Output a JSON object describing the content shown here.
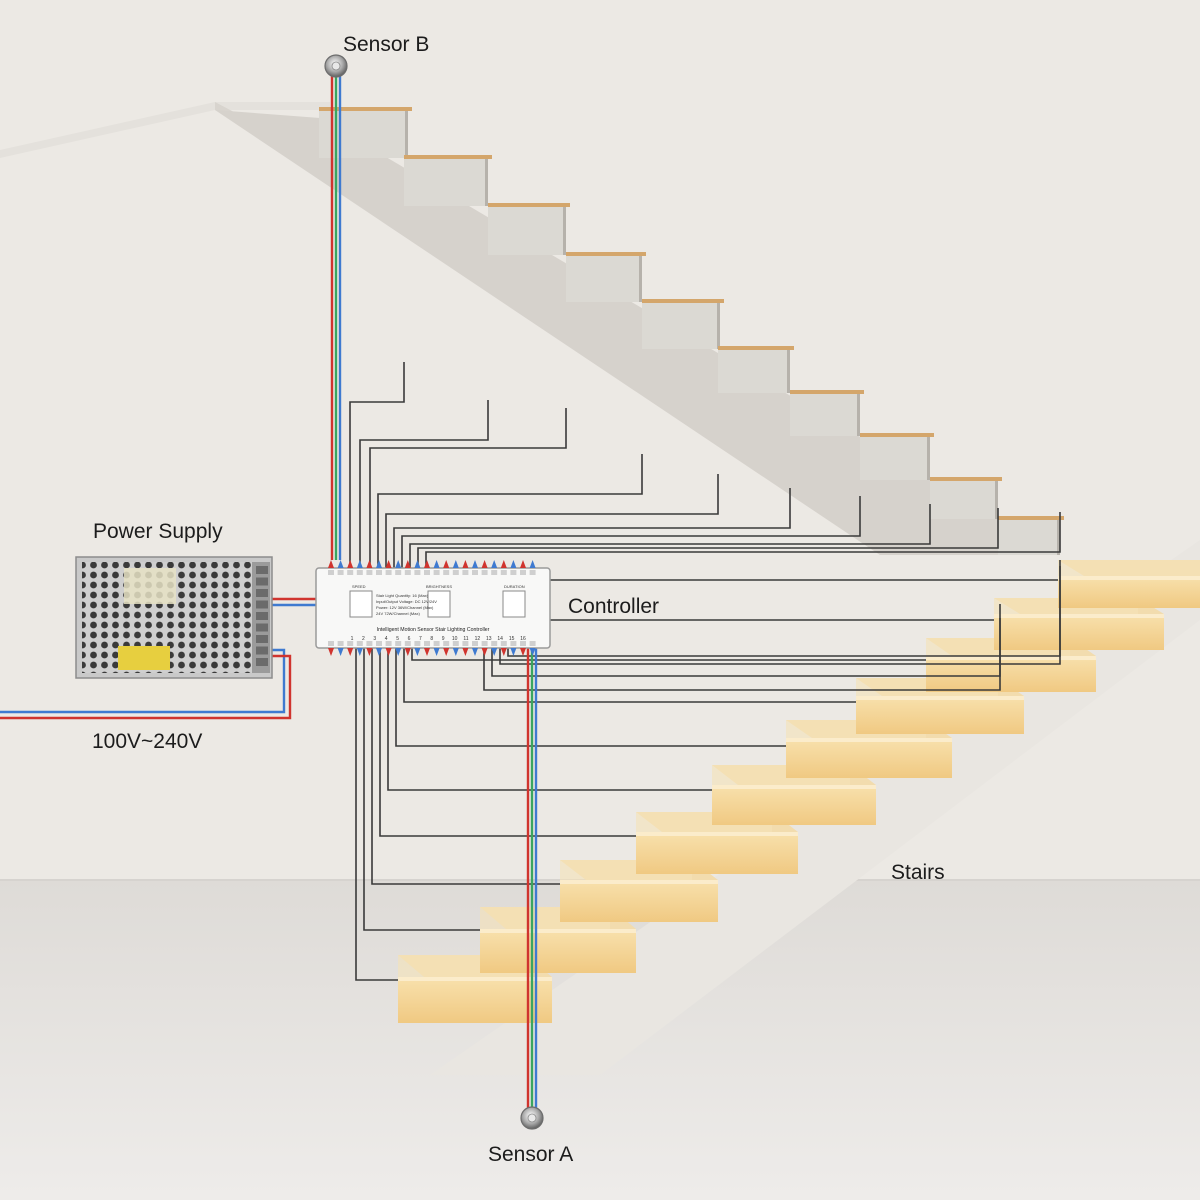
{
  "labels": {
    "sensor_b": "Sensor B",
    "sensor_a": "Sensor A",
    "power_supply": "Power Supply",
    "controller": "Controller",
    "voltage": "100V~240V",
    "stairs": "Stairs"
  },
  "controller_panel": {
    "title": "Intelligent Motion Sensor Stair Lighting Controller",
    "spec_lines": [
      "Stair Light Quantity: 16 (Max)",
      "Input/Output Voltage: DC 12V/24V",
      "Power: 12V 36W/Channel (Max)",
      "24V 72W/Channel (Max)"
    ],
    "button_labels": [
      "SPEED",
      "BRIGHTNESS",
      "DURATION"
    ],
    "channel_numbers": [
      "1",
      "2",
      "3",
      "4",
      "5",
      "6",
      "7",
      "8",
      "9",
      "10",
      "11",
      "12",
      "13",
      "14",
      "15",
      "16"
    ]
  },
  "colors": {
    "wall": "#ece9e4",
    "floor": "#e7e5e2",
    "step_tread_top": "#d4a66b",
    "step_lit": "#f6dca6",
    "wire_red": "#d0342e",
    "wire_blue": "#3f7ad0",
    "wire_green": "#3aa560",
    "wire_signal": "#3a3a3a"
  }
}
